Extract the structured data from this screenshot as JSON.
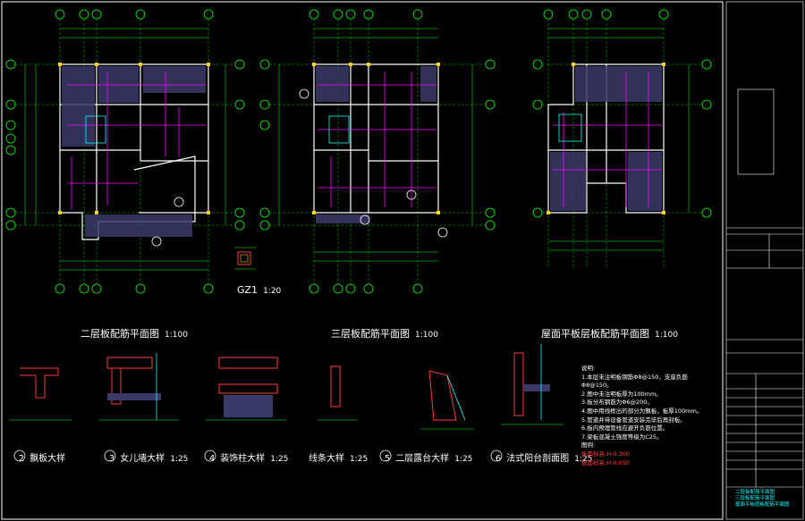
{
  "plans": [
    {
      "title": "二层板配筋平面图",
      "scale": "1:100"
    },
    {
      "title": "三层板配筋平面图",
      "scale": "1:100"
    },
    {
      "title": "屋面平板层板配筋平面图",
      "scale": "1:100"
    }
  ],
  "column_detail": {
    "title": "GZ1",
    "scale": "1:20"
  },
  "details": [
    {
      "num": "2",
      "title": "飘板大样",
      "scale": ""
    },
    {
      "num": "3",
      "title": "女儿墙大样",
      "scale": "1:25"
    },
    {
      "num": "4",
      "title": "装饰柱大样",
      "scale": "1:25"
    },
    {
      "num": "",
      "title": "线条大样",
      "scale": "1:25"
    },
    {
      "num": "5",
      "title": "二层露台大样",
      "scale": "1:25"
    },
    {
      "num": "6",
      "title": "法式阳台剖面图",
      "scale": "1:25"
    }
  ],
  "notes": {
    "heading": "说明:",
    "lines": [
      "1.本层未注明板钢筋Φ8@150，支座负筋Φ8@150。",
      "2.图中未注明板厚为100mm。",
      "3.板分布钢筋为Φ6@200。",
      "4.图中用线框出的部分为飘板，板厚100mm。",
      "5.管道井待设备管道安装完毕后再封板。",
      "6.板内预埋管线应避开负筋位置。",
      "7.梁板混凝土强度等级为C25。"
    ],
    "legend_title": "图例:",
    "legend_1": "板面标高:H-0.300",
    "legend_2": "板面标高:H-0.050"
  },
  "title_block": {
    "drawing_names": [
      "二层板配筋平面图",
      "三层板配筋平面图",
      "屋面平板层板配筋平面图"
    ]
  }
}
